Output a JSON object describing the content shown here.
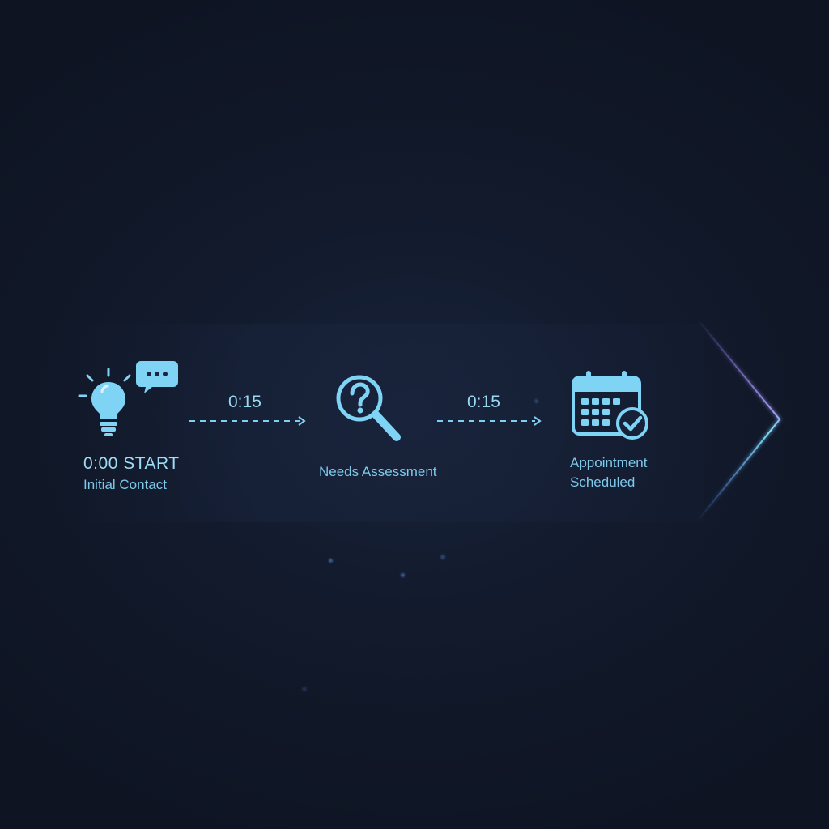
{
  "flow": {
    "steps": [
      {
        "time": "0:00 START",
        "label": "Initial Contact",
        "icon": "lightbulb-chat-icon"
      },
      {
        "label": "Needs Assessment",
        "icon": "magnifier-question-icon"
      },
      {
        "label_line1": "Appointment",
        "label_line2": "Scheduled",
        "icon": "calendar-check-icon"
      }
    ],
    "durations": [
      "0:15",
      "0:15"
    ]
  },
  "colors": {
    "background": "#121a2c",
    "accent": "#7fd4f6",
    "glow": "#4fa8ff",
    "chevron": "#8a7dff"
  }
}
